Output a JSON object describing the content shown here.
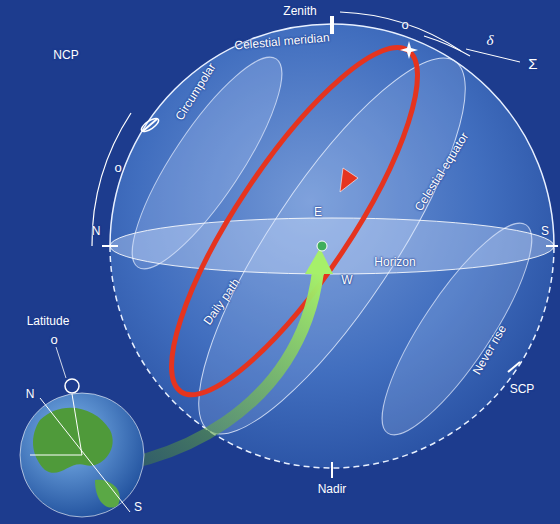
{
  "diagram": {
    "labels": [
      "Zenith",
      "NCP",
      "o",
      "Celestial meridian",
      "δ",
      "Σ",
      "Circumpolar",
      "o",
      "Celestial equator",
      "N",
      "S",
      "E",
      "Horizon",
      "W",
      "Daily path",
      "Never rise",
      "SCP",
      "Nadir",
      "Latitude",
      "o",
      "N",
      "S"
    ]
  }
}
